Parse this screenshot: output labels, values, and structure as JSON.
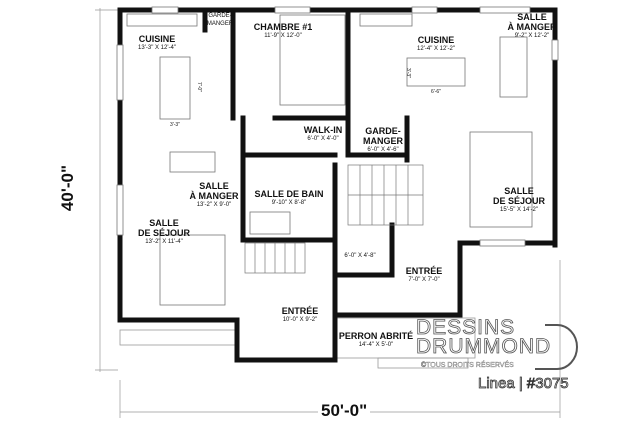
{
  "rooms": {
    "cuisine_left": {
      "name": "CUISINE",
      "dim": "13'-3\" X 12'-4\""
    },
    "garde_manger_left": {
      "name": "GARDE-\nMANGER"
    },
    "chambre": {
      "name": "CHAMBRE #1",
      "dim": "11'-9\" X 12'-0\""
    },
    "walkin": {
      "name": "WALK-IN",
      "dim": "6'-0\" X 4'-0\""
    },
    "salle_manger_left": {
      "name": "SALLE\nÀ MANGER",
      "dim": "13'-2\" X 9'-0\""
    },
    "salle_bain": {
      "name": "SALLE DE BAIN",
      "dim": "9'-10\" X 8'-8\""
    },
    "sejour_left": {
      "name": "SALLE\nDE SÉJOUR",
      "dim": "13'-2\" X 11'-4\""
    },
    "entree_left": {
      "name": "ENTRÉE",
      "dim": "10'-0\" X 9'-2\""
    },
    "cuisine_right": {
      "name": "CUISINE",
      "dim": "12'-4\" X 12'-2\""
    },
    "salle_manger_right": {
      "name": "SALLE\nÀ MANGER",
      "dim": "9'-2\" X 12'-2\""
    },
    "garde_manger_right": {
      "name": "GARDE-\nMANGER",
      "dim": "6'-0\" X 4'-6\""
    },
    "sejour_right": {
      "name": "SALLE\nDE SÉJOUR",
      "dim": "15'-5\" X 14'-2\""
    },
    "powder": {
      "dim": "6'-0\" X 4'-8\""
    },
    "entree_right": {
      "name": "ENTRÉE",
      "dim": "7'-0\" X 7'-0\""
    },
    "perron": {
      "name": "PERRON ABRITÉ",
      "dim": "14'-4\" X 5'-0\""
    }
  },
  "furniture_dims": {
    "island_left_len": "7'-0\"",
    "island_left_w": "3'-3\"",
    "island_right_len": "6'-6\"",
    "island_right_w": "3'-3\""
  },
  "overall": {
    "depth": "40'-0\"",
    "width": "50'-0\""
  },
  "branding": {
    "logo": "DESSINS\nDRUMMOND",
    "rights": "©TOUS DROITS RÉSERVÉS",
    "model": "Linea | #3075"
  }
}
